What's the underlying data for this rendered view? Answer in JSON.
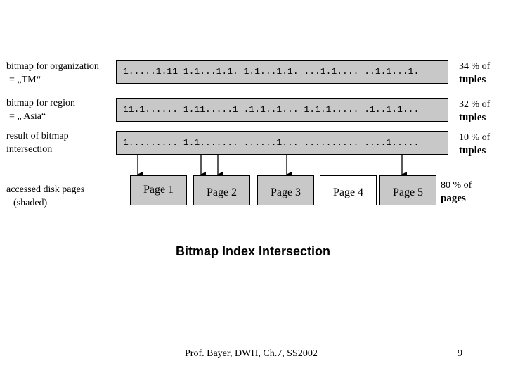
{
  "rows": [
    {
      "label_line1": "bitmap for organization",
      "label_line2": "= „TM“",
      "bits": "1.....1.11 1.1...1.1. 1.1...1.1. ...1.1.... ..1.1...1.",
      "percent": "34 % of",
      "unit": "tuples"
    },
    {
      "label_line1": "bitmap for region",
      "label_line2": "= „ Asia“",
      "bits": "11.1...... 1.11.....1 .1.1..1... 1.1.1..... .1..1.1...",
      "percent": "32 % of",
      "unit": "tuples"
    },
    {
      "label_line1": "result of bitmap",
      "label_line2": "intersection",
      "bits": "1......... 1.1....... ......1... .......... ....1.....",
      "percent": "10 % of",
      "unit": "tuples"
    }
  ],
  "pages_label": {
    "line1": "accessed disk pages",
    "line2": "(shaded)"
  },
  "pages": [
    {
      "label": "Page 1",
      "shaded": true
    },
    {
      "label": "Page 2",
      "shaded": true
    },
    {
      "label": "Page 3",
      "shaded": true
    },
    {
      "label": "Page 4",
      "shaded": false
    },
    {
      "label": "Page 5",
      "shaded": true
    }
  ],
  "pages_percent": "80 % of",
  "pages_unit": "pages",
  "title": "Bitmap Index Intersection",
  "footer": "Prof. Bayer, DWH, Ch.7, SS2002",
  "page_number": "9",
  "colors": {
    "shade": "#c8c8c8",
    "line": "#000000"
  }
}
